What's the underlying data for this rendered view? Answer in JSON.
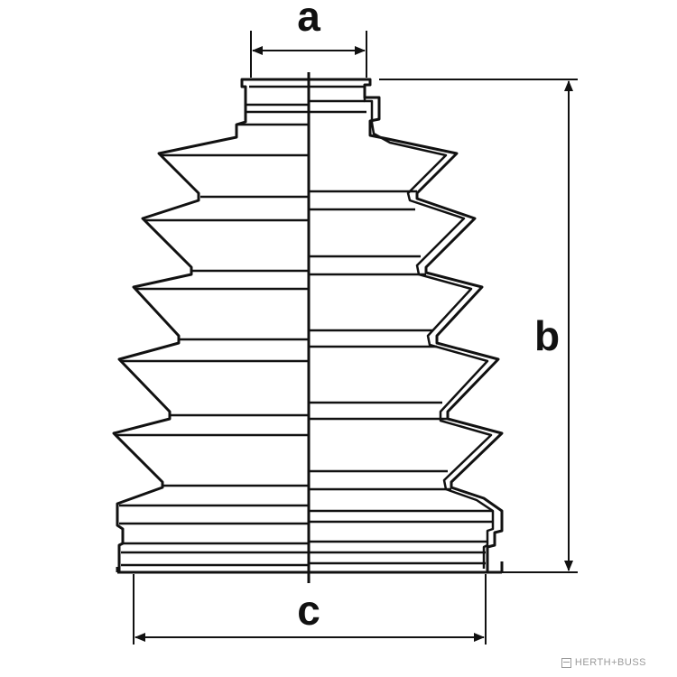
{
  "diagram": {
    "labels": {
      "a": "a",
      "b": "b",
      "c": "c"
    },
    "watermark": "HERTH+BUSS"
  }
}
